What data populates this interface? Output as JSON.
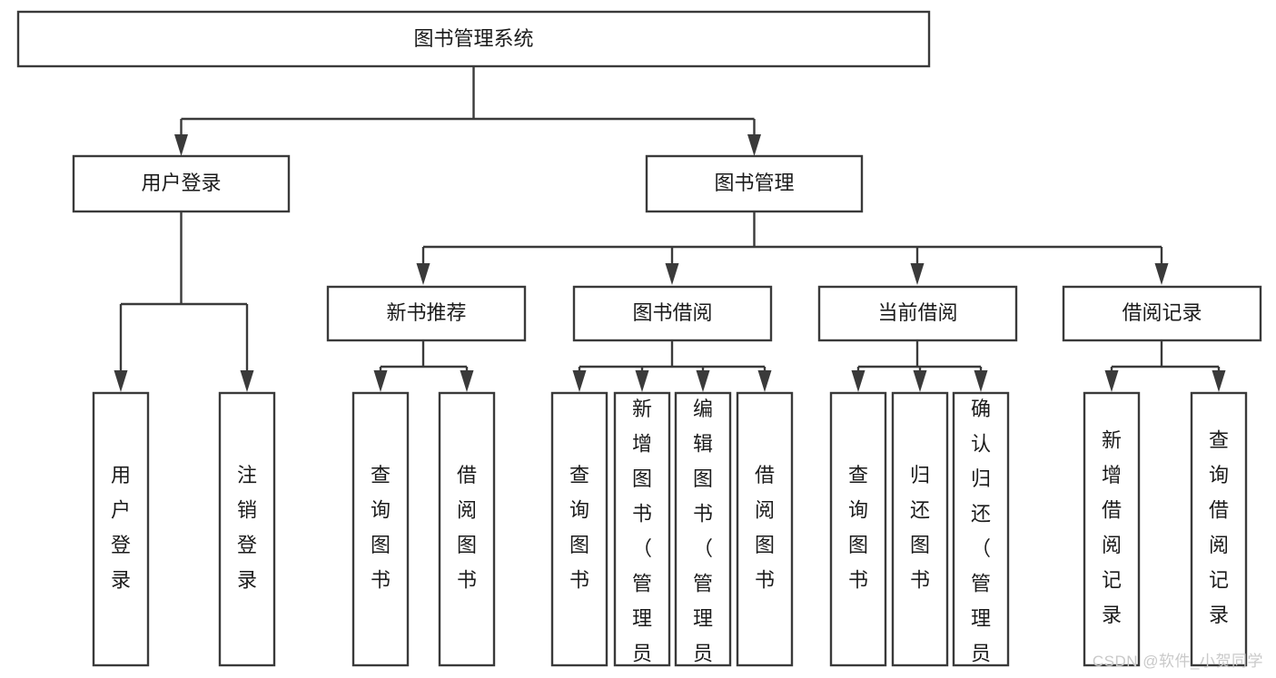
{
  "diagram": {
    "type": "tree-hierarchy-flowchart",
    "title": "图书管理系统",
    "watermark": "CSDN @软件_小贺同学",
    "colors": {
      "box_stroke": "#3a3a3a",
      "box_fill": "#ffffff",
      "connector": "#3a3a3a",
      "text": "#1b1b1b",
      "watermark": "#c9c9c9",
      "background": "#ffffff"
    },
    "levels": [
      {
        "level": 1,
        "nodes": [
          {
            "id": "root",
            "label": "图书管理系统",
            "orientation": "horizontal"
          }
        ]
      },
      {
        "level": 2,
        "nodes": [
          {
            "id": "login",
            "label": "用户登录",
            "orientation": "horizontal",
            "parent": "root"
          },
          {
            "id": "bookmgmt",
            "label": "图书管理",
            "orientation": "horizontal",
            "parent": "root"
          }
        ]
      },
      {
        "level": 3,
        "nodes": [
          {
            "id": "newbook",
            "label": "新书推荐",
            "orientation": "horizontal",
            "parent": "bookmgmt"
          },
          {
            "id": "borrow",
            "label": "图书借阅",
            "orientation": "horizontal",
            "parent": "bookmgmt"
          },
          {
            "id": "current",
            "label": "当前借阅",
            "orientation": "horizontal",
            "parent": "bookmgmt"
          },
          {
            "id": "records",
            "label": "借阅记录",
            "orientation": "horizontal",
            "parent": "bookmgmt"
          }
        ]
      },
      {
        "level": 4,
        "nodes": [
          {
            "id": "leaf-1",
            "label": "用户登录",
            "orientation": "vertical",
            "parent": "login"
          },
          {
            "id": "leaf-2",
            "label": "注销登录",
            "orientation": "vertical",
            "parent": "login"
          },
          {
            "id": "leaf-3",
            "label": "查询图书",
            "orientation": "vertical",
            "parent": "newbook"
          },
          {
            "id": "leaf-4",
            "label": "借阅图书",
            "orientation": "vertical",
            "parent": "newbook"
          },
          {
            "id": "leaf-5",
            "label": "查询图书",
            "orientation": "vertical",
            "parent": "borrow"
          },
          {
            "id": "leaf-6",
            "label": "新增图书（管理员）",
            "orientation": "vertical",
            "parent": "borrow"
          },
          {
            "id": "leaf-7",
            "label": "编辑图书（管理员）",
            "orientation": "vertical",
            "parent": "borrow"
          },
          {
            "id": "leaf-8",
            "label": "借阅图书",
            "orientation": "vertical",
            "parent": "borrow"
          },
          {
            "id": "leaf-9",
            "label": "查询图书",
            "orientation": "vertical",
            "parent": "current"
          },
          {
            "id": "leaf-10",
            "label": "归还图书",
            "orientation": "vertical",
            "parent": "current"
          },
          {
            "id": "leaf-11",
            "label": "确认归还（管理员）",
            "orientation": "vertical",
            "parent": "current"
          },
          {
            "id": "leaf-12",
            "label": "新增借阅记录",
            "orientation": "vertical",
            "parent": "records"
          },
          {
            "id": "leaf-13",
            "label": "查询借阅记录",
            "orientation": "vertical",
            "parent": "records"
          }
        ]
      }
    ]
  }
}
